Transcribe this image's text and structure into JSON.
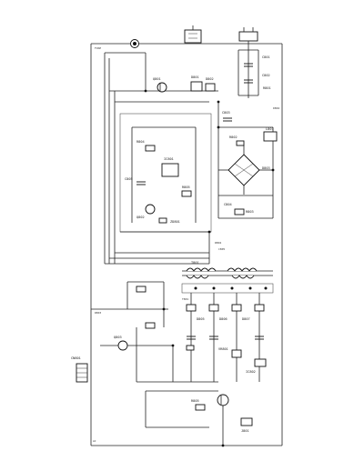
{
  "schematic": {
    "labels": [
      "FUSE",
      "R801",
      "C801",
      "C802",
      "D801",
      "D802",
      "D803",
      "D804",
      "T801",
      "Q801",
      "Q802",
      "Q803",
      "IC801",
      "IC802",
      "R802",
      "R803",
      "R804",
      "R805",
      "C803",
      "C804",
      "C805",
      "D805",
      "D806",
      "D807",
      "L801",
      "ZD801",
      "VR801",
      "J801"
    ],
    "connector_label": "CN801",
    "ac_input_label": "AC"
  }
}
